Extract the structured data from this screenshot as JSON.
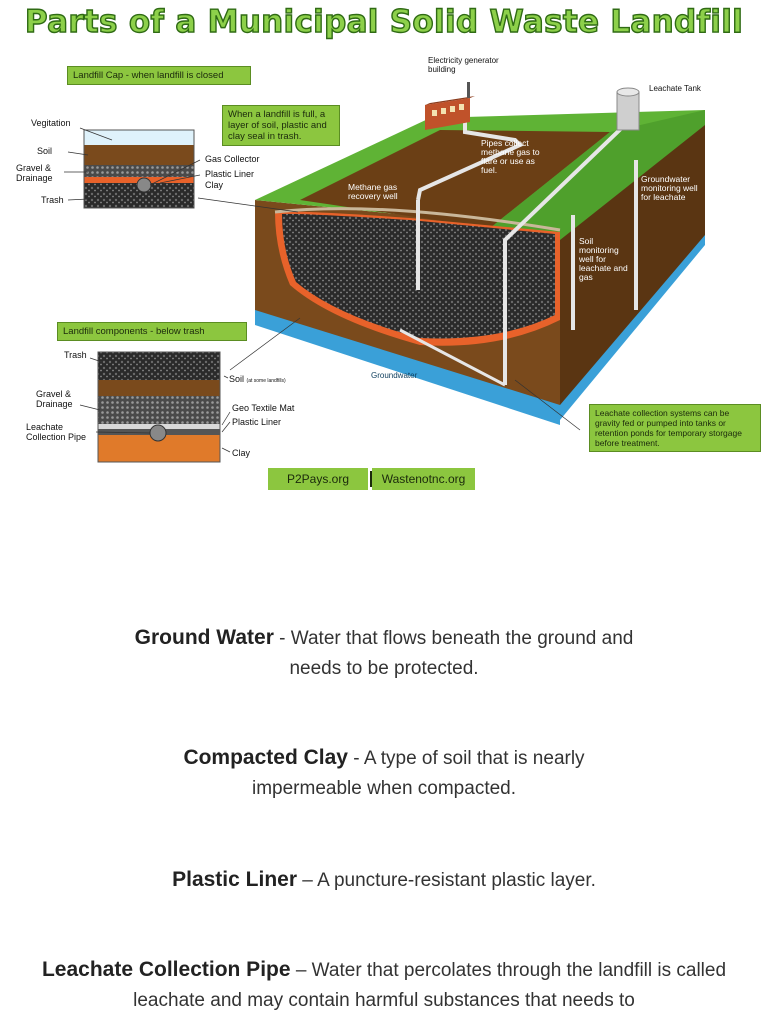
{
  "title": "Parts of a Municipal Solid Waste Landfill",
  "boxes": {
    "cap": "Landfill Cap - when landfill is closed",
    "full": "When a landfill is full, a layer of soil, plastic and clay seal in trash.",
    "components": "Landfill components - below trash",
    "leachate_systems": "Leachate collection systems can be gravity fed or pumped into tanks or retention ponds for temporary storgage before treatment."
  },
  "cap_inset": {
    "vegitation": "Vegitation",
    "soil": "Soil",
    "gravel": "Gravel & Drainage",
    "trash": "Trash",
    "gas_collector": "Gas Collector",
    "plastic_liner": "Plastic Liner",
    "clay": "Clay"
  },
  "bottom_inset": {
    "trash": "Trash",
    "soil": "Soil",
    "soil_note": "(at some landfills)",
    "gravel": "Gravel & Drainage",
    "leachate_pipe": "Leachate Collection Pipe",
    "geo_textile": "Geo Textile Mat",
    "plastic_liner": "Plastic Liner",
    "clay": "Clay"
  },
  "diagram": {
    "electricity": "Electricity generator building",
    "leachate_tank": "Leachate Tank",
    "pipes": "Pipes collect methane gas to flare or use as fuel.",
    "methane_well": "Methane gas recovery well",
    "gw_well": "Groundwater monitoring well for leachate",
    "soil_well": "Soil monitoring well for leachate and gas",
    "groundwater": "Groundwater"
  },
  "sources": [
    "P2Pays.org",
    "Wastenotnc.org"
  ],
  "definitions": [
    {
      "term": "Ground Water",
      "sep": " - ",
      "text": "Water that flows beneath the ground and needs to be protected."
    },
    {
      "term": "Compacted Clay",
      "sep": " - ",
      "text": "A type of soil that is nearly impermeable when compacted."
    },
    {
      "term": "Plastic Liner",
      "sep": " – ",
      "text": "A puncture-resistant plastic layer."
    },
    {
      "term": "Leachate Collection Pipe",
      "sep": " – ",
      "text": "Water that percolates through the landfill is called leachate and may contain harmful substances that needs to"
    }
  ],
  "colors": {
    "title_fill": "#8dd04a",
    "green_box": "#8cc63f",
    "grass": "#5fb335",
    "soil": "#7a4a1c",
    "trash": "#2b2b2b",
    "liner": "#e8622a",
    "water": "#3aa0d8"
  }
}
